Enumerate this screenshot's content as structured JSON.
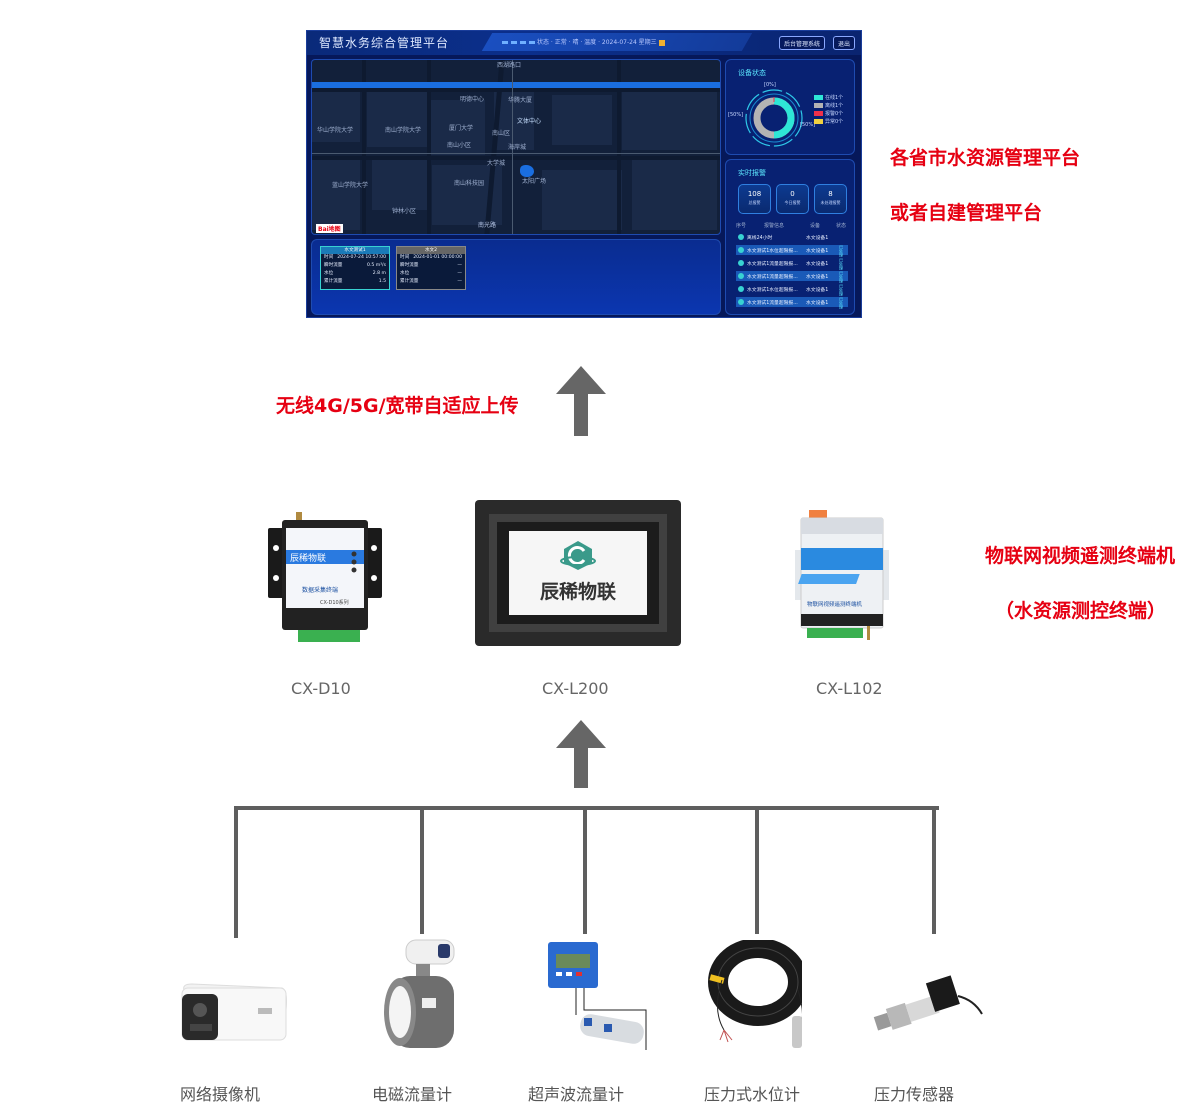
{
  "dashboard": {
    "title": "智慧水务综合管理平台",
    "header_info": "状态 · 正常 · 晴 · 温度 · 2024-07-24 星期三",
    "btn_backend": "后台管理系统",
    "btn_logout": "退出",
    "map_pois": [
      "西湖路口",
      "明德中心",
      "华腾大厦",
      "华山学院大学",
      "南山学院大学",
      "厦门大学",
      "南山区",
      "南山小区",
      "文体中心",
      "海岸城",
      "蓝山学院大学",
      "南山科技园",
      "大学城",
      "钟林小区",
      "太阳广场",
      "南光路"
    ],
    "map_brand": "Bai地图",
    "status_panel": {
      "title": "设备状态",
      "pct_top": "[0%]",
      "pct_left": "[50%]",
      "pct_right": "[50%]",
      "legend": [
        {
          "label": "在线1个",
          "color": "#2ee6d6"
        },
        {
          "label": "离线1个",
          "color": "#b4b4b4"
        },
        {
          "label": "报警0个",
          "color": "#f0304a"
        },
        {
          "label": "异常0个",
          "color": "#f0d040"
        }
      ]
    },
    "alarm_panel": {
      "title": "实时报警",
      "cards": [
        {
          "value": "108",
          "label": "总报警"
        },
        {
          "value": "0",
          "label": "今日报警"
        },
        {
          "value": "8",
          "label": "未处理报警"
        }
      ],
      "headers": [
        "序号",
        "报警信息",
        "设备",
        "状态"
      ],
      "rows": [
        {
          "info": "离线24小时",
          "device": "水文设备1",
          "status": "",
          "hl": false
        },
        {
          "info": "水文测试1水位超限报...",
          "device": "水文设备1",
          "status": "已处理",
          "hl": true
        },
        {
          "info": "水文测试1流量超限报...",
          "device": "水文设备1",
          "status": "已处理",
          "hl": false
        },
        {
          "info": "水文测试1流量超限报...",
          "device": "水文设备1",
          "status": "已处理",
          "hl": true
        },
        {
          "info": "水文测试1水位超限报...",
          "device": "水文设备1",
          "status": "已处理",
          "hl": false
        },
        {
          "info": "水文测试1流量超限报...",
          "device": "水文设备1",
          "status": "已处理",
          "hl": true
        }
      ]
    },
    "tips": [
      {
        "title": "水文测试1",
        "rows": [
          {
            "k": "时间",
            "v": "2024-07-24 10:57:00"
          },
          {
            "k": "瞬时流量",
            "v": "0.5 m³/s"
          },
          {
            "k": "水位",
            "v": "2.8 m"
          },
          {
            "k": "累计流量",
            "v": "1.5"
          }
        ]
      },
      {
        "title": "水文2",
        "rows": [
          {
            "k": "时间",
            "v": "2024-01-01 00:00:00"
          },
          {
            "k": "瞬时流量",
            "v": "—"
          },
          {
            "k": "水位",
            "v": "—"
          },
          {
            "k": "累计流量",
            "v": "—"
          }
        ]
      }
    ]
  },
  "labels": {
    "platform_line1": "各省市水资源管理平台",
    "platform_line2": "或者自建管理平台",
    "upload": "无线4G/5G/宽带自适应上传",
    "terminal_line1": "物联网视频遥测终端机",
    "terminal_line2": "（水资源测控终端）"
  },
  "devices": [
    {
      "name": "CX-D10",
      "panel_text": "辰稀物联",
      "sub": "数据采集终端",
      "series": "CX-D10系列"
    },
    {
      "name": "CX-L200",
      "panel_text": "辰稀物联"
    },
    {
      "name": "CX-L102",
      "panel_text": "物联网视频遥测终端机"
    }
  ],
  "sensors": [
    {
      "name": "网络摄像机"
    },
    {
      "name": "电磁流量计"
    },
    {
      "name": "超声波流量计"
    },
    {
      "name": "压力式水位计"
    },
    {
      "name": "压力传感器"
    }
  ],
  "colors": {
    "accent_red": "#e60012",
    "arrow_gray": "#666666",
    "line_gray": "#5e5e5e",
    "logo_teal": "#3a9a8a"
  }
}
